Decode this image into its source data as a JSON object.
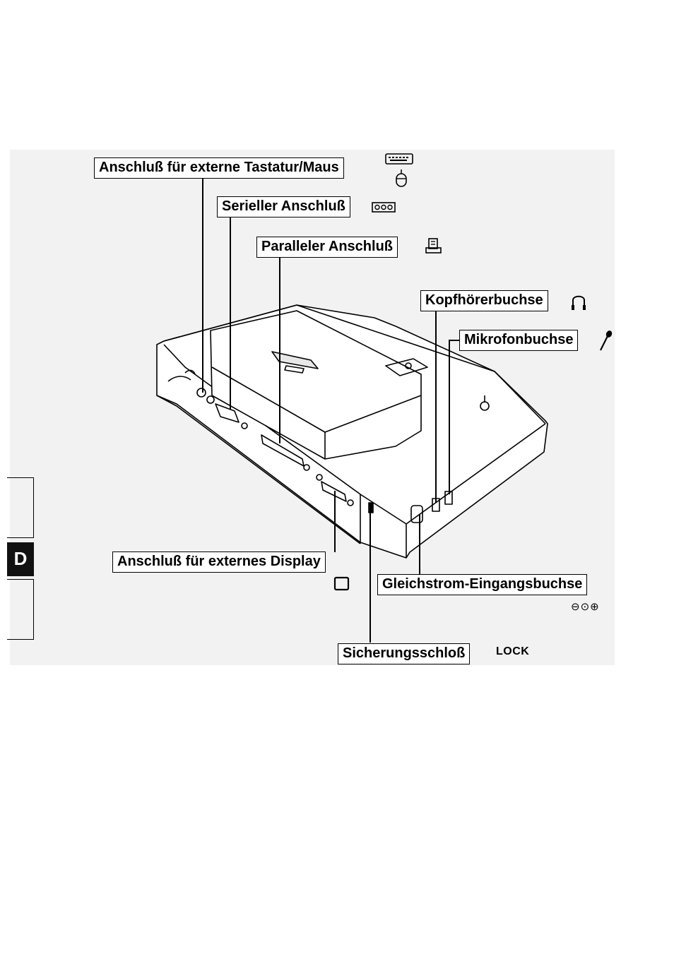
{
  "callouts": {
    "keyboard_mouse_port": "Anschluß für externe Tastatur/Maus",
    "serial_port": "Serieller Anschluß",
    "parallel_port": "Paralleler Anschluß",
    "headphone_jack": "Kopfhörerbuchse",
    "microphone_jack": "Mikrofonbuchse",
    "external_display_port": "Anschluß für externes Display",
    "dc_in_jack": "Gleichstrom-Eingangsbuchse",
    "security_lock": "Sicherungsschloß"
  },
  "symbols": {
    "lock_label": "LOCK",
    "dc_polarity": "⊖⊙⊕"
  },
  "section_tabs": {
    "active": "D"
  },
  "icons": [
    "keyboard-icon",
    "mouse-icon",
    "serial-port-icon",
    "printer-icon",
    "headphone-icon",
    "microphone-icon",
    "monitor-icon",
    "dc-polarity-icon"
  ]
}
